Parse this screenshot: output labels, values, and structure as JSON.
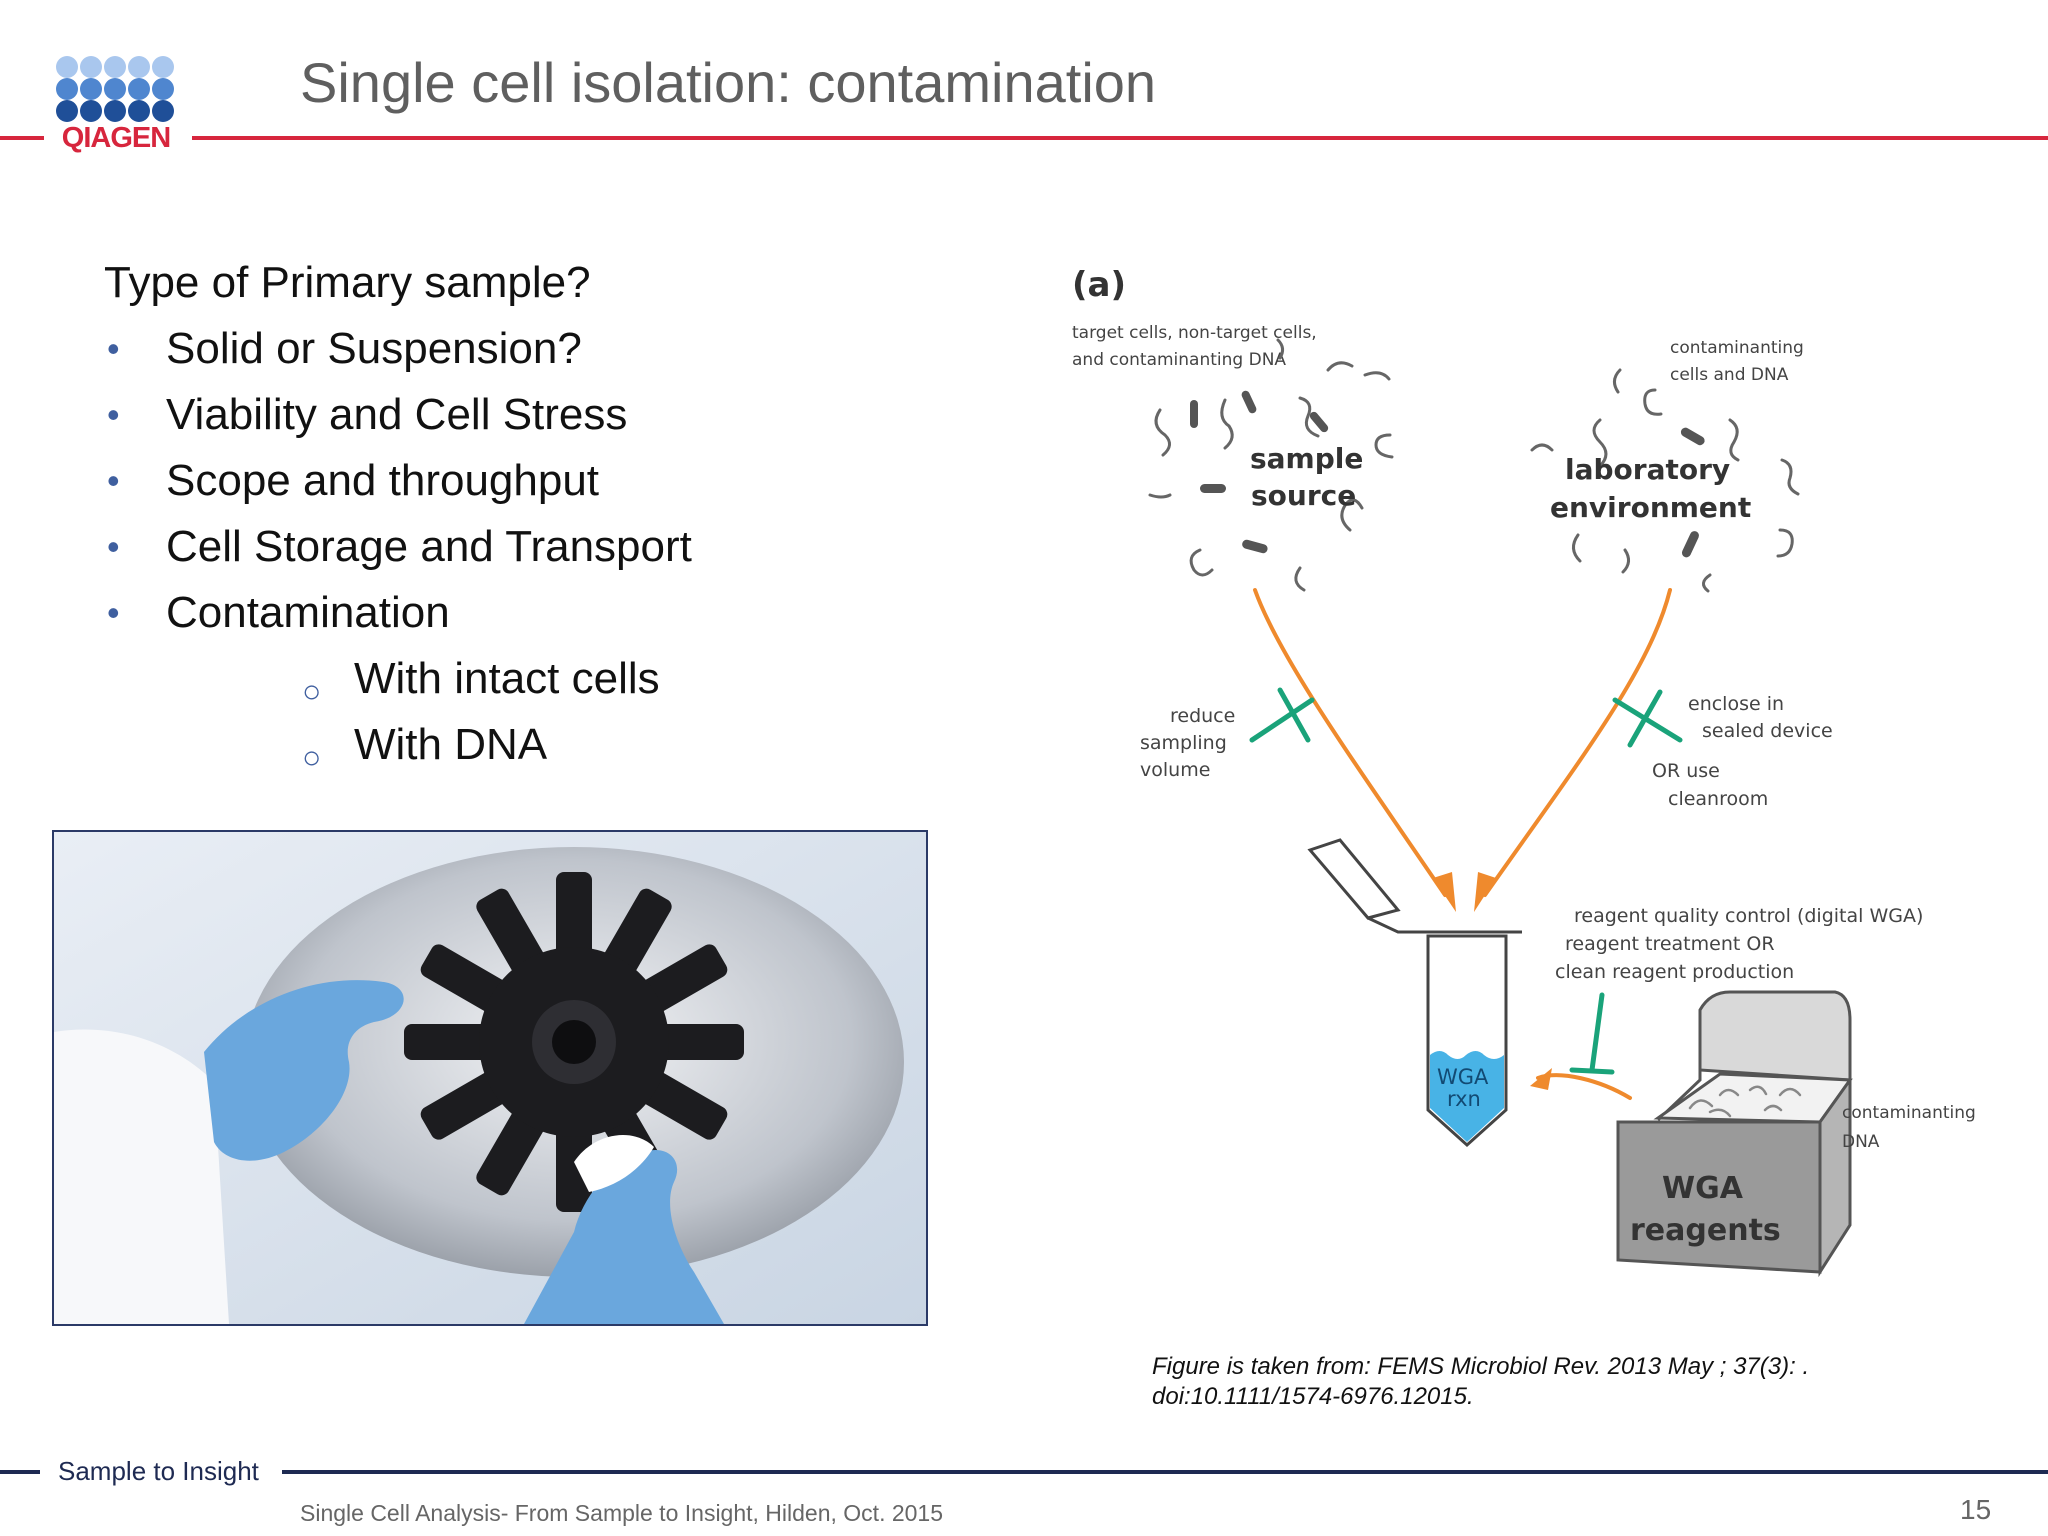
{
  "colors": {
    "accent_red": "#d7263d",
    "brand_blue": "#1f5ea8",
    "brand_light_blue": "#8fb6e6",
    "navy": "#1e2a52",
    "bullet_blue": "#3f5f9f",
    "arrow_orange": "#ef8a2d",
    "inhibit_green": "#1aa37a",
    "tube_liquid": "#48b3e6"
  },
  "header": {
    "logo_text": "QIAGEN",
    "title": "Single cell isolation: contamination"
  },
  "bullets": {
    "heading": "Type of Primary sample?",
    "items": [
      "Solid or Suspension?",
      "Viability and Cell Stress",
      "Scope and throughput",
      "Cell Storage and Transport",
      "Contamination"
    ],
    "sub_items": [
      "With intact cells",
      "With DNA"
    ]
  },
  "figure": {
    "panel_label": "(a)",
    "top_left_note_line1": "target cells, non-target cells,",
    "top_left_note_line2": "and contaminanting DNA",
    "top_right_note_line1": "contaminanting",
    "top_right_note_line2": "cells and DNA",
    "sample_line1": "sample",
    "sample_line2": "source",
    "lab_line1": "laboratory",
    "lab_line2": "environment",
    "reduce_line1": "reduce",
    "reduce_line2": "sampling",
    "reduce_line3": "volume",
    "enclose_line1": "enclose in",
    "enclose_line2": "sealed device",
    "enclose_line3": "OR use",
    "enclose_line4": "cleanroom",
    "reagent_line1": "reagent quality control (digital WGA)",
    "reagent_line2": "reagent treatment   OR",
    "reagent_line3": "clean reagent production",
    "tube_line1": "WGA",
    "tube_line2": "rxn",
    "box_note_line1": "contaminanting",
    "box_note_line2": "DNA",
    "box_line1": "WGA",
    "box_line2": "reagents"
  },
  "citation": {
    "line1": "Figure is taken from: FEMS Microbiol Rev. 2013 May ; 37(3): .",
    "line2": "doi:10.1111/1574-6976.12015."
  },
  "footer": {
    "tagline": "Sample to Insight",
    "text": "Single Cell Analysis- From Sample to Insight, Hilden, Oct. 2015",
    "page_number": "15"
  }
}
